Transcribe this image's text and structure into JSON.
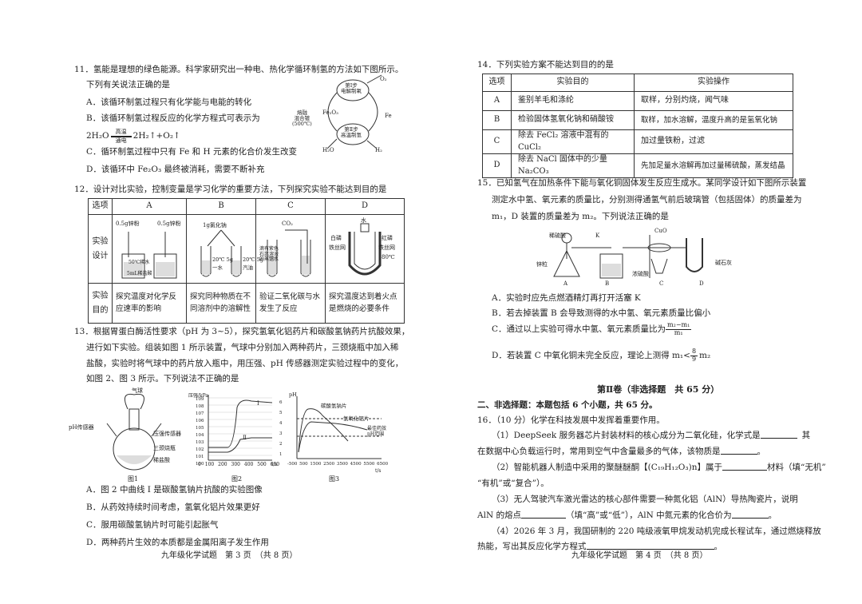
{
  "left": {
    "q11": {
      "stem": "11．氢能是理想的绿色能源。科学家研究出一种电、热化学循环制氢的方法如下图所示。",
      "ask": "下列有关说法正确的是",
      "A": "A．该循环制氢过程只有化学能与电能的转化",
      "B1": "B．该循环制氢过程反应的化学方程式可表示为",
      "B_eq_left": "2H₂O",
      "B_eq_top": "高温",
      "B_eq_bottom": "通电",
      "B_eq_right": "2H₂↑+O₂↑",
      "C": "C．循环制氢过程中只有 Fe 和 H 元素的化合价发生改变",
      "D": "D．该循环中 Fe₂O₃ 最终被消耗，需要不断补充",
      "diagram": {
        "top": "第Ⅰ步\n电解制氧",
        "bottom": "第Ⅱ步\n高温制氢",
        "left": "熔融\n混合镀\n(500℃)",
        "fe2o3": "Fe₂O₃",
        "fe": "Fe",
        "o2": "O₂",
        "h2o": "H₂O",
        "h2": "H₂"
      }
    },
    "q12": {
      "stem": "12．设计对比实验，控制变量是学习化学的重要方法，下列探究实验不能达到目的是",
      "header": [
        "选项",
        "A",
        "B",
        "C",
        "D"
      ],
      "row2_label": "实验\n设计",
      "row3_label": "实验\n目的",
      "purposes": [
        "探究温度对化学反应速率的影响",
        "探究同种物质在不同溶剂中的溶解性",
        "验证二氧化碳与水发生了反应",
        "探究温度达到着火点是燃烧的必要条件"
      ],
      "A_labels": {
        "l1": "0.5g锌粉",
        "l2": "0.5g锌粉",
        "l3": "50℃稀水",
        "l4": "5mL稀盐酸"
      },
      "B_labels": {
        "l1": "1g氯化钠",
        "l2": "20℃ 5g",
        "l3": "一水",
        "l4": "20℃ 5g",
        "l5": "汽油"
      },
      "C_labels": {
        "l1": "CO₂",
        "l2": "滴有紫色\n石蕊溶液\n的蒸馏水"
      },
      "D_labels": {
        "l1": "白磷",
        "l2": "红磷",
        "l3": "铁丝网",
        "l4": "铁丝网",
        "l5": "80℃",
        "l6": "水"
      }
    },
    "q13": {
      "stem1": "13．根据胃蛋白酶活性要求（pH 为 3~5），探究氢氧化铝药片和碳酸氢钠药片抗酸效果，",
      "stem2": "进行如下实验。组装如图 1 所示装置，气球中分别加入两种药片，三颈烧瓶中加入稀",
      "stem3": "盐酸，实验时将气球中的药片放入瓶中，用压强、pH 传感器测定实验过程中的变化，",
      "stem4": "如图 2、图 3 所示。下列说法不正确的是",
      "A": "A．图 2 中曲线 Ⅰ 是碳酸氢钠片抗酸的实验图像",
      "B": "B．从药效持续时间考虑，氢氧化铝片效果更好",
      "C": "C．服用碳酸氢钠片时可能引起胀气",
      "D": "D．两种药片生效的本质都是金属阳离子发生作用",
      "fig1": {
        "balloon": "气球",
        "ph": "pH传感器",
        "press": "压强传感器",
        "neck": "三颈烧瓶",
        "acid": "稀盐酸",
        "cap": "图1"
      },
      "fig2": {
        "ylabel": "压强/kPa",
        "yticks": [
          "109",
          "108",
          "107",
          "106",
          "105",
          "104",
          "103",
          "102",
          "101",
          "100"
        ],
        "xticks": [
          "0",
          "100",
          "200",
          "300",
          "400",
          "500",
          "600"
        ],
        "xunit": "t/s",
        "c1": "Ⅰ",
        "c2": "Ⅱ",
        "cap": "图2"
      },
      "fig3": {
        "ylabel": "pH",
        "yticks": [
          "6",
          "5",
          "4",
          "3",
          "2",
          "1"
        ],
        "xticks": [
          "-500",
          "500",
          "1500",
          "2500",
          "3500",
          "4500",
          "5500",
          "6500"
        ],
        "xunit": "t/s",
        "s1": "碳酸氢钠片",
        "s2": "氢氧化铝片",
        "s3": "最佳药效\npH范围",
        "cap": "图3"
      }
    },
    "footer": "九年级化学试题　第 3 页　（共 8 页）"
  },
  "right": {
    "q14": {
      "stem": "14．下列实验方案不能达到目的的是",
      "header": [
        "选项",
        "实验目的",
        "实验操作"
      ],
      "rows": [
        [
          "A",
          "鉴别羊毛和涤纶",
          "取样，分别灼烧，闻气味"
        ],
        [
          "B",
          "检验固体氢氧化钠和硝酸铵",
          "取样，加水溶解，温度升高的是氢氧化钠"
        ],
        [
          "C",
          "除去 FeCl₂ 溶液中混有的 CuCl₂",
          "加过量铁粉，过滤"
        ],
        [
          "D",
          "除去 NaCl 固体中的少量 Na₂CO₃",
          "先加足量水溶解再加过量稀硫酸，蒸发结晶"
        ]
      ]
    },
    "q15": {
      "stem1": "15．已知氢气在加热条件下能与氧化铜固体发生反应生成水。某同学设计如下图所示装置",
      "stem2": "测定水中氢、氧元素的质量比，分别测得通氢气前后玻璃管（包括固体）的质量差为",
      "stem3": "m₁，D 装置的质量差为 m₂。下列说法正确的是",
      "apparatus": {
        "acid": "稀硫酸",
        "zinc": "锌粒",
        "k": "K",
        "h2so4": "浓硫酸",
        "cuo": "CuO",
        "lime": "碱石灰",
        "a": "A",
        "b": "B",
        "c": "C",
        "d": "D"
      },
      "A": "A．实验时应先点燃酒精灯再打开活塞 K",
      "B": "B．若去掉装置 B 会导致测得的水中氢、氧元素质量比偏小",
      "C_pre": "C．通过以上实验可得水中氢、氧元素质量比为",
      "C_num": "m₂−m₁",
      "C_den": "m₁",
      "D_pre": "D．若装置 C 中氧化铜未完全反应，理论上测得 m₁<",
      "D_num": "8",
      "D_den": "9",
      "D_post": "m₂"
    },
    "part2": {
      "title": "第Ⅱ卷（非选择题　共 65 分）",
      "sub": "二、非选择题：本题包括 6 个小题，共 65 分。"
    },
    "q16": {
      "stem": "16．（10 分）化学在科技发展中发挥着重要作用。",
      "p1a": "（1）DeepSeek 服务器芯片封装材料的核心成分为二氧化硅，化学式是",
      "p1b": "其",
      "p1c": "在数据中心负载运行时，常用到空气中含量最多的气体，该物质是",
      "p1d": "。",
      "p2a": "（2）智能机器人制造中采用的聚醚醚酮【(C₁₉H₁₂O₃)n】属于",
      "p2b": "材料（填“无机”",
      "p2c": "“有机”或“复合”）。",
      "p3a": "（3）无人驾驶汽车激光雷达的核心部件需要一种氮化铝（AlN）导热陶瓷片，说明",
      "p3b": "AlN 的熔点",
      "p3c": "（填“高”或“低”），AlN 中氮元素的化合价为",
      "p3d": "。",
      "p4a": "（4）2026 年 3 月，我国研制的 220 吨级液氧甲烷发动机完成长程试车，通过燃烧释放",
      "p4b": "热能，写出其反应化学方程式",
      "p4c": "。"
    },
    "footer": "九年级化学试题　第 4 页　（共 8 页）"
  }
}
